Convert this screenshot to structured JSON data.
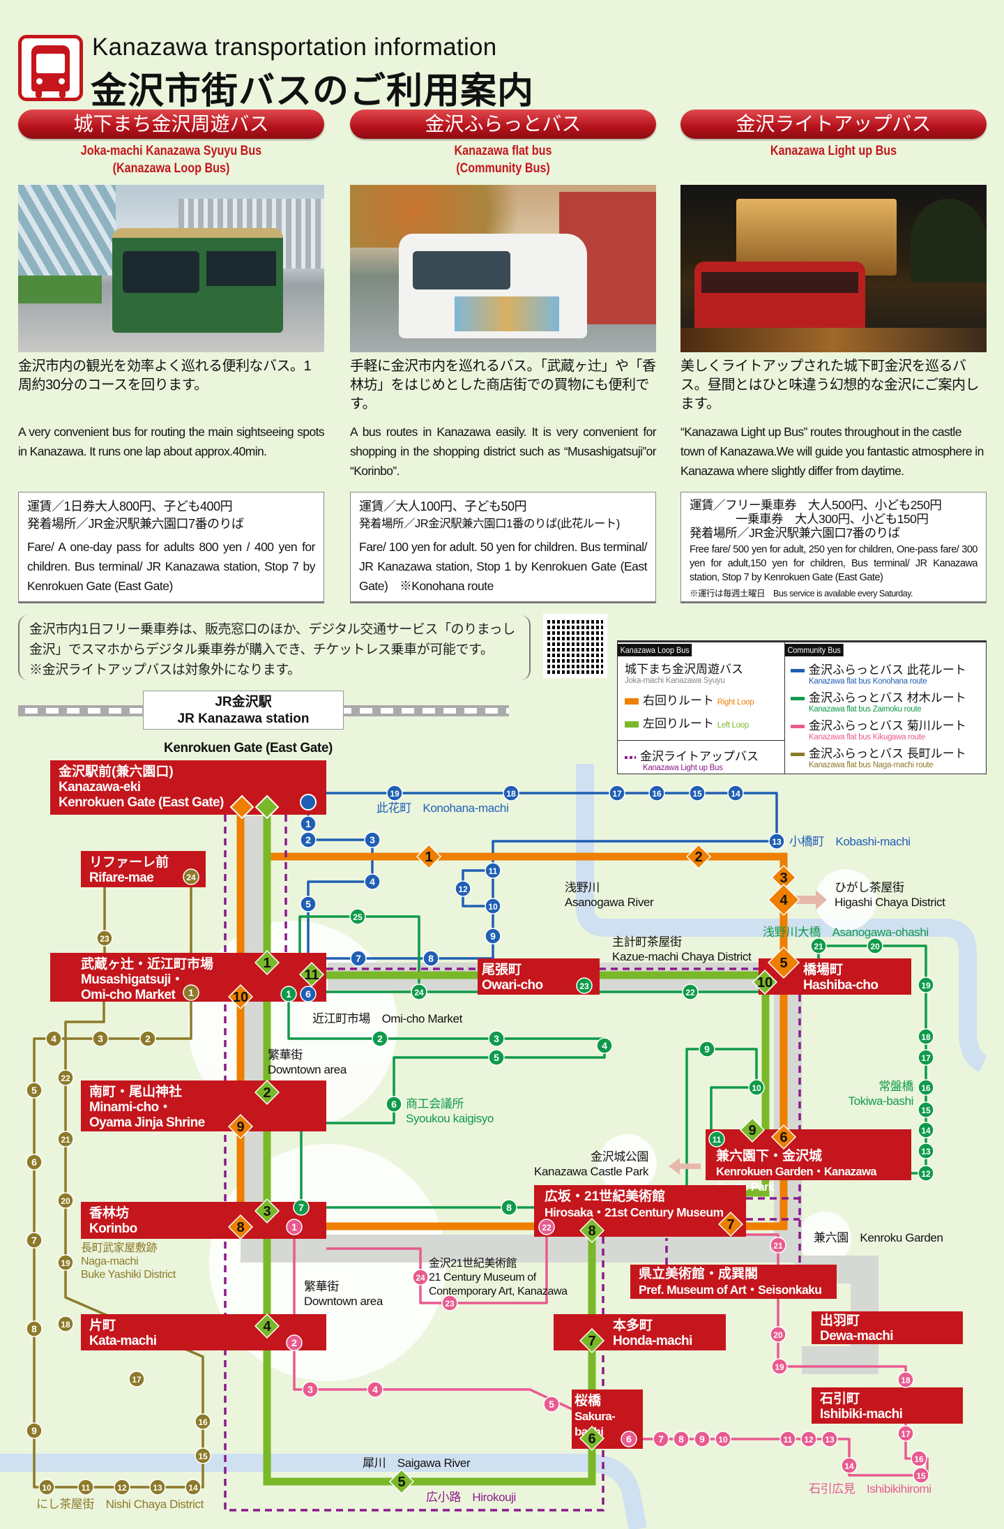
{
  "header": {
    "title_en": "Kanazawa transportation information",
    "title_jp": "金沢市街バスのご利用案内"
  },
  "buses": [
    {
      "name_jp": "城下まち金沢周遊バス",
      "name_en": "Joka-machi Kanazawa Syuyu Bus",
      "name_en2": "(Kanazawa Loop Bus)",
      "desc_jp": "金沢市内の観光を効率よく巡れる便利なバス。1周約30分のコースを回ります。",
      "desc_en": "A very convenient bus for routing the main sightseeing spots in Kanazawa. It runs one lap about approx.40min.",
      "fare_jp": "運賃／1日券大人800円、子ども400円",
      "stop_jp": "発着場所／JR金沢駅兼六園口7番のりば",
      "info_en": "Fare/ A one-day pass for adults 800 yen / 400 yen for children. Bus terminal/ JR Kanazawa station, Stop 7 by Kenrokuen Gate (East Gate)"
    },
    {
      "name_jp": "金沢ふらっとバス",
      "name_en": "Kanazawa flat bus",
      "name_en2": "(Community Bus)",
      "desc_jp": "手軽に金沢市内を巡れるバス。「武蔵ヶ辻」や「香林坊」をはじめとした商店街での買物にも便利です。",
      "desc_en": "A bus routes in Kanazawa easily. It is very convenient for shopping in the shopping district such as “Musashigatsuji”or “Korinbo”.",
      "fare_jp": "運賃／大人100円、子ども50円",
      "stop_jp": "発着場所／JR金沢駅兼六園口1番のりば(此花ルート)",
      "info_en": "Fare/ 100 yen for adult. 50 yen for children. Bus terminal/ JR Kanazawa station, Stop 1 by Kenrokuen Gate (East Gate)　※Konohana route"
    },
    {
      "name_jp": "金沢ライトアップバス",
      "name_en": "Kanazawa Light up Bus",
      "desc_jp": "美しくライトアップされた城下町金沢を巡るバス。昼間とはひと味違う幻想的な金沢にご案内します。",
      "desc_en": "“Kanazawa Light up Bus” routes throughout in the castle town of Kanazawa.We will guide you fantastic atmosphere in Kanazawa where slightly differ from daytime.",
      "fare_jp": "運賃／フリー乗車券　大人500円、小ども250円",
      "fare_jp2": "一乗車券　大人300円、小ども150円",
      "stop_jp": "発着場所／JR金沢駅兼六園口7番のりば",
      "info_en": "Free fare/ 500 yen for adult, 250 yen for children, One-pass fare/ 300 yen for adult,150 yen for children, Bus terminal/ JR Kanazawa station, Stop 7 by Kenrokuen Gate (East Gate)",
      "note": "※運行は毎週土曜日　Bus service is available every Saturday."
    }
  ],
  "notice": {
    "line1": "金沢市内1日フリー乗車券は、販売窓口のほか、デジタル交通サービス「のりまっし金沢」でスマホからデジタル乗車券が購入でき、チケットレス乗車が可能です。",
    "line2": "※金沢ライトアップバスは対象外になります。"
  },
  "legend": {
    "loop_header": "Kanazawa Loop Bus",
    "loop_name_jp": "城下まち金沢周遊バス",
    "loop_name_en": "Joka-machi Kanazawa Syuyu",
    "right_jp": "右回りルート",
    "right_en": "Right Loop",
    "left_jp": "左回りルート",
    "left_en": "Left Loop",
    "lightup_jp": "金沢ライトアップバス",
    "lightup_en": "Kanazawa Light up Bus",
    "community_header": "Community Bus",
    "routes": [
      {
        "jp": "金沢ふらっとバス 此花ルート",
        "en": "Kanazawa flat bus Konohana route",
        "color": "#1f5fb4"
      },
      {
        "jp": "金沢ふらっとバス 材木ルート",
        "en": "Kanazawa flat bus Zaimoku route",
        "color": "#0f9a4a"
      },
      {
        "jp": "金沢ふらっとバス 菊川ルート",
        "en": "Kanazawa flat bus Kikugawa route",
        "color": "#e85a8e"
      },
      {
        "jp": "金沢ふらっとバス 長町ルート",
        "en": "Kanazawa flat bus Naga-machi route",
        "color": "#8c7a2a"
      }
    ]
  },
  "map": {
    "station_jp": "JR金沢駅",
    "station_en": "JR Kanazawa station",
    "gate": "Kenrokuen Gate (East Gate)",
    "stops": [
      {
        "jp": "金沢駅前(兼六園口)",
        "en": "Kanazawa-eki",
        "en2": "Kenrokuen Gate (East Gate)"
      },
      {
        "jp": "リファーレ前",
        "en": "Rifare-mae"
      },
      {
        "jp": "武蔵ヶ辻・近江町市場",
        "en": "Musashigatsuji・",
        "en2": "Omi-cho Market"
      },
      {
        "jp": "尾張町",
        "en": "Owari-cho"
      },
      {
        "jp": "橋場町",
        "en": "Hashiba-cho"
      },
      {
        "jp": "南町・尾山神社",
        "en": "Minami-cho・",
        "en2": "Oyama Jinja Shrine"
      },
      {
        "jp": "香林坊",
        "en": "Korinbo"
      },
      {
        "jp": "兼六園下・金沢城",
        "en": "Kenrokuen Garden・Kanazawa Castle Park"
      },
      {
        "jp": "広坂・21世紀美術館",
        "en": "Hirosaka・21st Century Museum"
      },
      {
        "jp": "県立美術館・成巽閣",
        "en": "Pref. Museum of Art・Seisonkaku"
      },
      {
        "jp": "片町",
        "en": "Kata-machi"
      },
      {
        "jp": "本多町",
        "en": "Honda-machi"
      },
      {
        "jp": "出羽町",
        "en": "Dewa-machi"
      },
      {
        "jp": "桜橋",
        "en": "Sakura-bashi"
      },
      {
        "jp": "石引町",
        "en": "Ishibiki-machi"
      }
    ],
    "places": {
      "konohana": "此花町　Konohana-machi",
      "kobashi": "小橋町　Kobashi-machi",
      "asano_jp": "浅野川",
      "asano_en": "Asanogawa River",
      "higashi_jp": "ひがし茶屋街",
      "higashi_en": "Higashi Chaya District",
      "ohashi": "浅野川大橋　Asanogawa-ohashi",
      "kazue_jp": "主計町茶屋街",
      "kazue_en": "Kazue-machi Chaya District",
      "omicho": "近江町市場　Omi-cho Market",
      "downtown_jp": "繁華街",
      "downtown_en": "Downtown area",
      "shoko_jp": "商工会議所",
      "shoko_en": "Syoukou kaigisyo",
      "tokiwa_jp": "常盤橋",
      "tokiwa_en": "Tokiwa-bashi",
      "castle_jp": "金沢城公園",
      "castle_en": "Kanazawa Castle Park",
      "kenroku": "兼六園　Kenroku Garden",
      "nagamachi_jp": "長町武家屋敷跡",
      "nagamachi_en": "Naga-machi",
      "nagamachi_en2": "Buke Yashiki District",
      "museum_jp": "金沢21世紀美術館",
      "museum_en": "21 Century Museum of",
      "museum_en2": "Contemporary Art, Kanazawa",
      "saigawa": "犀川　Saigawa River",
      "hirokoji": "広小路　Hirokouji",
      "nishi": "にし茶屋街　Nishi Chaya District",
      "ishibikihiromi": "石引広見　Ishibikihiromi"
    },
    "routes": {
      "right_loop": {
        "color": "#ee7f00",
        "stops": [
          "1",
          "2",
          "3",
          "4",
          "5",
          "6",
          "7",
          "8",
          "9",
          "10"
        ]
      },
      "left_loop": {
        "color": "#7ab829",
        "stops": [
          "1",
          "2",
          "3",
          "4",
          "5",
          "6",
          "7",
          "8",
          "9",
          "10",
          "11"
        ]
      },
      "konohana": {
        "color": "#1f5fb4",
        "stops": [
          "1",
          "2",
          "3",
          "4",
          "5",
          "6",
          "7",
          "8",
          "9",
          "10",
          "11",
          "12",
          "13",
          "14",
          "15",
          "16",
          "17",
          "18",
          "19"
        ]
      },
      "zaimoku": {
        "color": "#0f9a4a",
        "stops": [
          "1",
          "2",
          "3",
          "4",
          "5",
          "6",
          "7",
          "8",
          "9",
          "10",
          "11",
          "12",
          "13",
          "14",
          "15",
          "16",
          "17",
          "18",
          "19",
          "20",
          "21",
          "22",
          "23",
          "24",
          "25"
        ]
      },
      "kikugawa": {
        "color": "#e85a8e",
        "stops": [
          "1",
          "2",
          "3",
          "4",
          "5",
          "6",
          "7",
          "8",
          "9",
          "10",
          "11",
          "12",
          "13",
          "14",
          "15",
          "16",
          "17",
          "18",
          "19",
          "20",
          "21",
          "22",
          "23",
          "24"
        ]
      },
      "nagamachi": {
        "color": "#8c7a2a",
        "stops": [
          "1",
          "2",
          "3",
          "4",
          "5",
          "6",
          "7",
          "8",
          "9",
          "10",
          "11",
          "12",
          "13",
          "14",
          "15",
          "16",
          "17",
          "18",
          "19",
          "20",
          "21",
          "22",
          "23",
          "24"
        ]
      },
      "lightup": {
        "color": "#8a1a8a"
      }
    }
  }
}
